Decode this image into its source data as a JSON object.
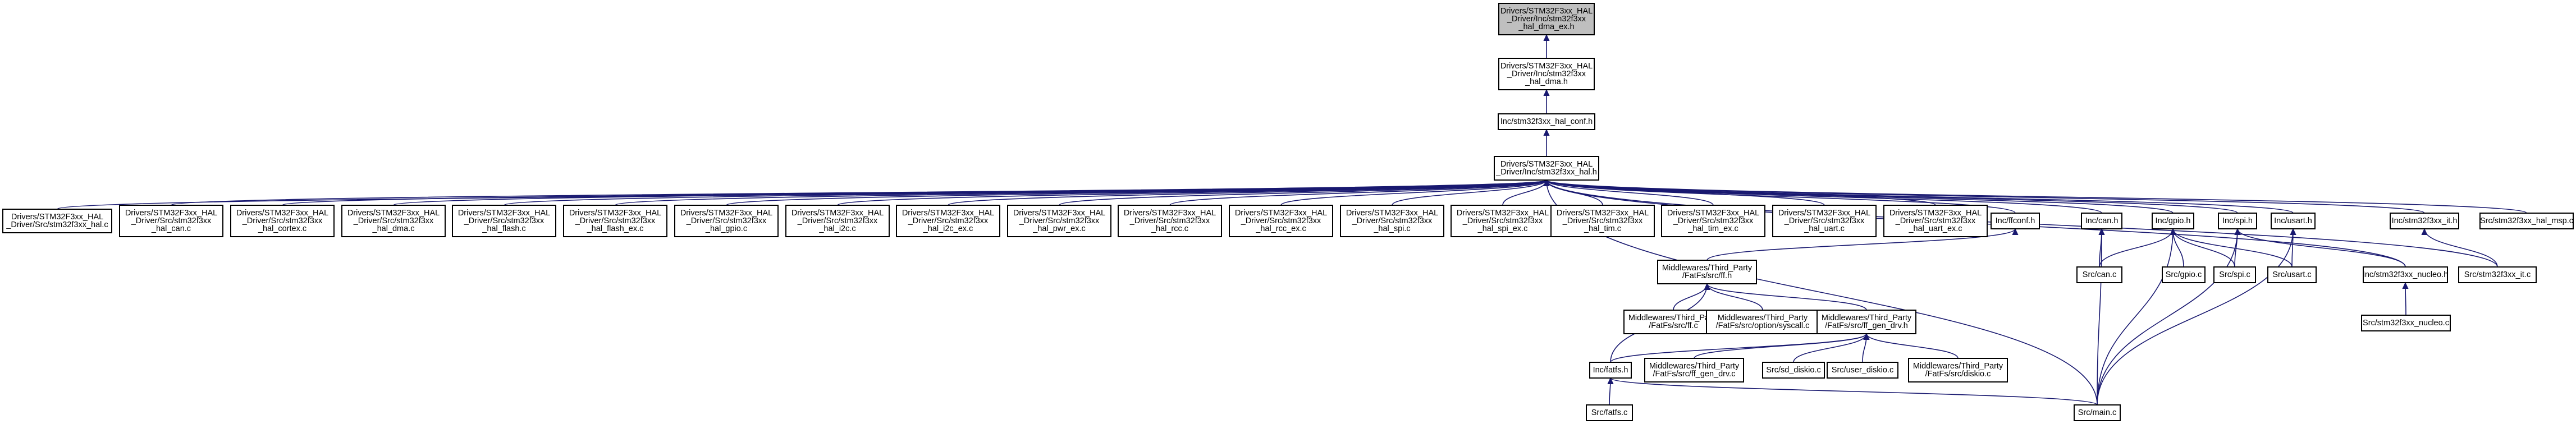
{
  "colors": {
    "edge": "#191970",
    "root_fill": "#bfbfbf",
    "node_fill": "#ffffff",
    "node_stroke": "#000000"
  },
  "nodes": [
    {
      "id": "root",
      "lines": [
        "Drivers/STM32F3xx_HAL",
        "_Driver/Inc/stm32f3xx",
        "_hal_dma_ex.h"
      ]
    },
    {
      "id": "dma_h",
      "lines": [
        "Drivers/STM32F3xx_HAL",
        "_Driver/Inc/stm32f3xx",
        "_hal_dma.h"
      ]
    },
    {
      "id": "conf_h",
      "lines": [
        "Inc/stm32f3xx_hal_conf.h"
      ]
    },
    {
      "id": "hal_h",
      "lines": [
        "Drivers/STM32F3xx_HAL",
        "_Driver/Inc/stm32f3xx_hal.h"
      ]
    },
    {
      "id": "hal_c",
      "lines": [
        "Drivers/STM32F3xx_HAL",
        "_Driver/Src/stm32f3xx_hal.c"
      ]
    },
    {
      "id": "can_c_drv",
      "lines": [
        "Drivers/STM32F3xx_HAL",
        "_Driver/Src/stm32f3xx",
        "_hal_can.c"
      ]
    },
    {
      "id": "cortex_c",
      "lines": [
        "Drivers/STM32F3xx_HAL",
        "_Driver/Src/stm32f3xx",
        "_hal_cortex.c"
      ]
    },
    {
      "id": "dma_c",
      "lines": [
        "Drivers/STM32F3xx_HAL",
        "_Driver/Src/stm32f3xx",
        "_hal_dma.c"
      ]
    },
    {
      "id": "flash_c",
      "lines": [
        "Drivers/STM32F3xx_HAL",
        "_Driver/Src/stm32f3xx",
        "_hal_flash.c"
      ]
    },
    {
      "id": "flash_ex_c",
      "lines": [
        "Drivers/STM32F3xx_HAL",
        "_Driver/Src/stm32f3xx",
        "_hal_flash_ex.c"
      ]
    },
    {
      "id": "gpio_c_drv",
      "lines": [
        "Drivers/STM32F3xx_HAL",
        "_Driver/Src/stm32f3xx",
        "_hal_gpio.c"
      ]
    },
    {
      "id": "i2c_c",
      "lines": [
        "Drivers/STM32F3xx_HAL",
        "_Driver/Src/stm32f3xx",
        "_hal_i2c.c"
      ]
    },
    {
      "id": "i2c_ex_c",
      "lines": [
        "Drivers/STM32F3xx_HAL",
        "_Driver/Src/stm32f3xx",
        "_hal_i2c_ex.c"
      ]
    },
    {
      "id": "pwr_ex_c",
      "lines": [
        "Drivers/STM32F3xx_HAL",
        "_Driver/Src/stm32f3xx",
        "_hal_pwr_ex.c"
      ]
    },
    {
      "id": "rcc_c",
      "lines": [
        "Drivers/STM32F3xx_HAL",
        "_Driver/Src/stm32f3xx",
        "_hal_rcc.c"
      ]
    },
    {
      "id": "rcc_ex_c",
      "lines": [
        "Drivers/STM32F3xx_HAL",
        "_Driver/Src/stm32f3xx",
        "_hal_rcc_ex.c"
      ]
    },
    {
      "id": "spi_c_drv",
      "lines": [
        "Drivers/STM32F3xx_HAL",
        "_Driver/Src/stm32f3xx",
        "_hal_spi.c"
      ]
    },
    {
      "id": "spi_ex_c",
      "lines": [
        "Drivers/STM32F3xx_HAL",
        "_Driver/Src/stm32f3xx",
        "_hal_spi_ex.c"
      ]
    },
    {
      "id": "tim_c",
      "lines": [
        "Drivers/STM32F3xx_HAL",
        "_Driver/Src/stm32f3xx",
        "_hal_tim.c"
      ]
    },
    {
      "id": "tim_ex_c",
      "lines": [
        "Drivers/STM32F3xx_HAL",
        "_Driver/Src/stm32f3xx",
        "_hal_tim_ex.c"
      ]
    },
    {
      "id": "uart_c",
      "lines": [
        "Drivers/STM32F3xx_HAL",
        "_Driver/Src/stm32f3xx",
        "_hal_uart.c"
      ]
    },
    {
      "id": "uart_ex_c",
      "lines": [
        "Drivers/STM32F3xx_HAL",
        "_Driver/Src/stm32f3xx",
        "_hal_uart_ex.c"
      ]
    },
    {
      "id": "ffconf_h",
      "lines": [
        "Inc/ffconf.h"
      ]
    },
    {
      "id": "can_h",
      "lines": [
        "Inc/can.h"
      ]
    },
    {
      "id": "gpio_h",
      "lines": [
        "Inc/gpio.h"
      ]
    },
    {
      "id": "spi_h",
      "lines": [
        "Inc/spi.h"
      ]
    },
    {
      "id": "usart_h",
      "lines": [
        "Inc/usart.h"
      ]
    },
    {
      "id": "it_h",
      "lines": [
        "Inc/stm32f3xx_it.h"
      ]
    },
    {
      "id": "msp_c",
      "lines": [
        "Src/stm32f3xx_hal_msp.c"
      ]
    },
    {
      "id": "ff_h",
      "lines": [
        "Middlewares/Third_Party",
        "/FatFs/src/ff.h"
      ]
    },
    {
      "id": "src_can_c",
      "lines": [
        "Src/can.c"
      ]
    },
    {
      "id": "src_gpio_c",
      "lines": [
        "Src/gpio.c"
      ]
    },
    {
      "id": "src_spi_c",
      "lines": [
        "Src/spi.c"
      ]
    },
    {
      "id": "src_usart_c",
      "lines": [
        "Src/usart.c"
      ]
    },
    {
      "id": "nucleo_h",
      "lines": [
        "Inc/stm32f3xx_nucleo.h"
      ]
    },
    {
      "id": "src_it_c",
      "lines": [
        "Src/stm32f3xx_it.c"
      ]
    },
    {
      "id": "ff_c",
      "lines": [
        "Middlewares/Third_Party",
        "/FatFs/src/ff.c"
      ]
    },
    {
      "id": "syscall_c",
      "lines": [
        "Middlewares/Third_Party",
        "/FatFs/src/option/syscall.c"
      ]
    },
    {
      "id": "ff_gen_drv_h",
      "lines": [
        "Middlewares/Third_Party",
        "/FatFs/src/ff_gen_drv.h"
      ]
    },
    {
      "id": "nucleo_c",
      "lines": [
        "Src/stm32f3xx_nucleo.c"
      ]
    },
    {
      "id": "fatfs_h",
      "lines": [
        "Inc/fatfs.h"
      ]
    },
    {
      "id": "ff_gen_drv_c",
      "lines": [
        "Middlewares/Third_Party",
        "/FatFs/src/ff_gen_drv.c"
      ]
    },
    {
      "id": "sd_diskio_c",
      "lines": [
        "Src/sd_diskio.c"
      ]
    },
    {
      "id": "user_diskio_c",
      "lines": [
        "Src/user_diskio.c"
      ]
    },
    {
      "id": "diskio_c",
      "lines": [
        "Middlewares/Third_Party",
        "/FatFs/src/diskio.c"
      ]
    },
    {
      "id": "src_fatfs_c",
      "lines": [
        "Src/fatfs.c"
      ]
    },
    {
      "id": "src_main_c",
      "lines": [
        "Src/main.c"
      ]
    }
  ],
  "edges": [
    [
      "dma_h",
      "root"
    ],
    [
      "conf_h",
      "dma_h"
    ],
    [
      "hal_h",
      "conf_h"
    ],
    [
      "hal_c",
      "hal_h"
    ],
    [
      "can_c_drv",
      "hal_h"
    ],
    [
      "cortex_c",
      "hal_h"
    ],
    [
      "dma_c",
      "hal_h"
    ],
    [
      "flash_c",
      "hal_h"
    ],
    [
      "flash_ex_c",
      "hal_h"
    ],
    [
      "gpio_c_drv",
      "hal_h"
    ],
    [
      "i2c_c",
      "hal_h"
    ],
    [
      "i2c_ex_c",
      "hal_h"
    ],
    [
      "pwr_ex_c",
      "hal_h"
    ],
    [
      "rcc_c",
      "hal_h"
    ],
    [
      "rcc_ex_c",
      "hal_h"
    ],
    [
      "spi_c_drv",
      "hal_h"
    ],
    [
      "spi_ex_c",
      "hal_h"
    ],
    [
      "tim_c",
      "hal_h"
    ],
    [
      "tim_ex_c",
      "hal_h"
    ],
    [
      "uart_c",
      "hal_h"
    ],
    [
      "uart_ex_c",
      "hal_h"
    ],
    [
      "ffconf_h",
      "hal_h"
    ],
    [
      "can_h",
      "hal_h"
    ],
    [
      "gpio_h",
      "hal_h"
    ],
    [
      "spi_h",
      "hal_h"
    ],
    [
      "usart_h",
      "hal_h"
    ],
    [
      "it_h",
      "hal_h"
    ],
    [
      "msp_c",
      "hal_h"
    ],
    [
      "nucleo_h",
      "hal_h"
    ],
    [
      "src_main_c",
      "hal_h"
    ],
    [
      "src_it_c",
      "hal_h"
    ],
    [
      "ff_h",
      "ffconf_h"
    ],
    [
      "src_can_c",
      "can_h"
    ],
    [
      "src_main_c",
      "can_h"
    ],
    [
      "src_can_c",
      "gpio_h"
    ],
    [
      "src_gpio_c",
      "gpio_h"
    ],
    [
      "src_spi_c",
      "gpio_h"
    ],
    [
      "src_usart_c",
      "gpio_h"
    ],
    [
      "src_main_c",
      "gpio_h"
    ],
    [
      "src_spi_c",
      "spi_h"
    ],
    [
      "nucleo_h",
      "spi_h"
    ],
    [
      "src_main_c",
      "spi_h"
    ],
    [
      "src_usart_c",
      "usart_h"
    ],
    [
      "src_main_c",
      "usart_h"
    ],
    [
      "src_it_c",
      "it_h"
    ],
    [
      "ff_c",
      "ff_h"
    ],
    [
      "syscall_c",
      "ff_h"
    ],
    [
      "ff_gen_drv_h",
      "ff_h"
    ],
    [
      "fatfs_h",
      "ff_h"
    ],
    [
      "nucleo_c",
      "nucleo_h"
    ],
    [
      "fatfs_h",
      "ff_gen_drv_h"
    ],
    [
      "ff_gen_drv_c",
      "ff_gen_drv_h"
    ],
    [
      "sd_diskio_c",
      "ff_gen_drv_h"
    ],
    [
      "user_diskio_c",
      "ff_gen_drv_h"
    ],
    [
      "diskio_c",
      "ff_gen_drv_h"
    ],
    [
      "src_fatfs_c",
      "fatfs_h"
    ],
    [
      "src_main_c",
      "fatfs_h"
    ]
  ]
}
